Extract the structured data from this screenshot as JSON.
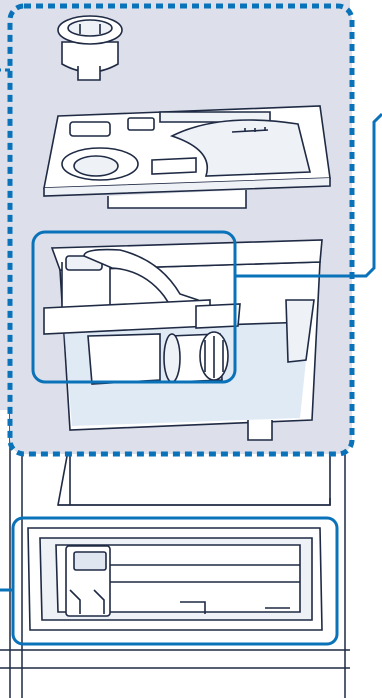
{
  "diagram": {
    "colors": {
      "background": "#dde0ea",
      "panel": "#ffffff",
      "outline": "#1f2a44",
      "callout": "#0a72b8",
      "water": "#c9dcef",
      "shade": "#eef1f6"
    },
    "parts": [
      {
        "name": "filter-cap-icon"
      },
      {
        "name": "dispenser-lid-icon"
      },
      {
        "name": "water-tank-icon"
      },
      {
        "name": "tank-base-icon"
      },
      {
        "name": "tank-compartment-icon"
      }
    ],
    "callouts": [
      {
        "name": "dashed-exploded-view-frame"
      },
      {
        "name": "siphon-highlight-box"
      },
      {
        "name": "compartment-highlight-box"
      }
    ]
  }
}
